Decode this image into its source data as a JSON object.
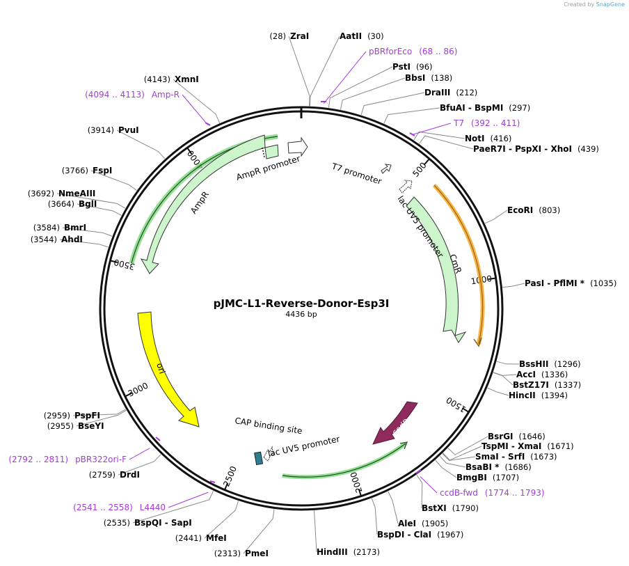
{
  "watermark": {
    "created_by": "Created by",
    "brand": "SnapGene"
  },
  "plasmid": {
    "name": "pJMC-L1-Reverse-Donor-Esp3I",
    "length": "4436 bp"
  },
  "scale": {
    "ticks": [
      "500",
      "1000",
      "1500",
      "2000",
      "2500",
      "3000",
      "3500",
      "4000"
    ]
  },
  "enzymes": [
    {
      "id": "zrai",
      "name": "ZraI",
      "pos": "(28)"
    },
    {
      "id": "aatii",
      "name": "AatII",
      "pos": "(30)"
    },
    {
      "id": "psti",
      "name": "PstI",
      "pos": "(96)"
    },
    {
      "id": "bbsi",
      "name": "BbsI",
      "pos": "(138)"
    },
    {
      "id": "draiii",
      "name": "DraIII",
      "pos": "(212)"
    },
    {
      "id": "bfuai",
      "name": "BfuAI  -  BspMI",
      "pos": "(297)"
    },
    {
      "id": "noti",
      "name": "NotI",
      "pos": "(416)"
    },
    {
      "id": "paer7i",
      "name": "PaeR7I  -  PspXI  -  XhoI",
      "pos": "(439)"
    },
    {
      "id": "ecori",
      "name": "EcoRI",
      "pos": "(803)"
    },
    {
      "id": "pasi",
      "name": "PasI  -  PflMI *",
      "pos": "(1035)"
    },
    {
      "id": "bsshii",
      "name": "BssHII",
      "pos": "(1296)"
    },
    {
      "id": "acci",
      "name": "AccI",
      "pos": "(1336)"
    },
    {
      "id": "bstz17i",
      "name": "BstZ17I",
      "pos": "(1337)"
    },
    {
      "id": "hincii",
      "name": "HincII",
      "pos": "(1394)"
    },
    {
      "id": "bsrgi",
      "name": "BsrGI",
      "pos": "(1646)"
    },
    {
      "id": "tspmi",
      "name": "TspMI  -  XmaI",
      "pos": "(1671)"
    },
    {
      "id": "smai",
      "name": "SmaI  -  SrfI",
      "pos": "(1673)"
    },
    {
      "id": "bsabi",
      "name": "BsaBI *",
      "pos": "(1686)"
    },
    {
      "id": "bmgbi",
      "name": "BmgBI",
      "pos": "(1707)"
    },
    {
      "id": "bstxi",
      "name": "BstXI",
      "pos": "(1790)"
    },
    {
      "id": "alei",
      "name": "AleI",
      "pos": "(1905)"
    },
    {
      "id": "bspdi",
      "name": "BspDI  -  ClaI",
      "pos": "(1967)"
    },
    {
      "id": "hindiii",
      "name": "HindIII",
      "pos": "(2173)"
    },
    {
      "id": "pmei",
      "name": "PmeI",
      "pos": "(2313)"
    },
    {
      "id": "mfei",
      "name": "MfeI",
      "pos": "(2441)"
    },
    {
      "id": "bspqi",
      "name": "BspQI  -  SapI",
      "pos": "(2535)"
    },
    {
      "id": "drdi",
      "name": "DrdI",
      "pos": "(2759)"
    },
    {
      "id": "bseyi",
      "name": "BseYI",
      "pos": "(2955)"
    },
    {
      "id": "pspfi",
      "name": "PspFI",
      "pos": "(2959)"
    },
    {
      "id": "ahdi",
      "name": "AhdI",
      "pos": "(3544)"
    },
    {
      "id": "bmri",
      "name": "BmrI",
      "pos": "(3584)"
    },
    {
      "id": "bgli",
      "name": "BglI",
      "pos": "(3664)"
    },
    {
      "id": "nmeaiii",
      "name": "NmeAIII",
      "pos": "(3692)"
    },
    {
      "id": "fspi",
      "name": "FspI",
      "pos": "(3766)"
    },
    {
      "id": "pvui",
      "name": "PvuI",
      "pos": "(3914)"
    },
    {
      "id": "xmni",
      "name": "XmnI",
      "pos": "(4143)"
    }
  ],
  "primers": [
    {
      "id": "pbrforeco",
      "name": "pBRforEco",
      "range": "(68 .. 86)"
    },
    {
      "id": "t7",
      "name": "T7",
      "range": "(392 .. 411)"
    },
    {
      "id": "ccdbfwd",
      "name": "ccdB-fwd",
      "range": "(1774 .. 1793)"
    },
    {
      "id": "l4440",
      "name": "L4440",
      "range": "(2541 .. 2558)"
    },
    {
      "id": "pbr322orif",
      "name": "pBR322ori-F",
      "range": "(2792 .. 2811)"
    },
    {
      "id": "ampr_primer",
      "name": "Amp-R",
      "range": "(4094 .. 4113)"
    }
  ],
  "features": {
    "ampr_promoter": "AmpR promoter",
    "ampr": "AmpR",
    "t7_promoter": "T7 promoter",
    "lac_uv5_1": "lac UV5 promoter",
    "cmr": "CmR",
    "ori": "ori",
    "ccdb": "ccdB",
    "cap_site": "CAP binding site",
    "lac_uv5_2": "lac UV5 promoter"
  },
  "colors": {
    "backbone": "#111111",
    "feature_green": "#ccf5cc",
    "ori_yellow": "#ffff00",
    "orange": "#f5a623",
    "ccdb": "#8e2b5c",
    "cap": "#2f7f8f",
    "primer": "#a43bd9"
  }
}
